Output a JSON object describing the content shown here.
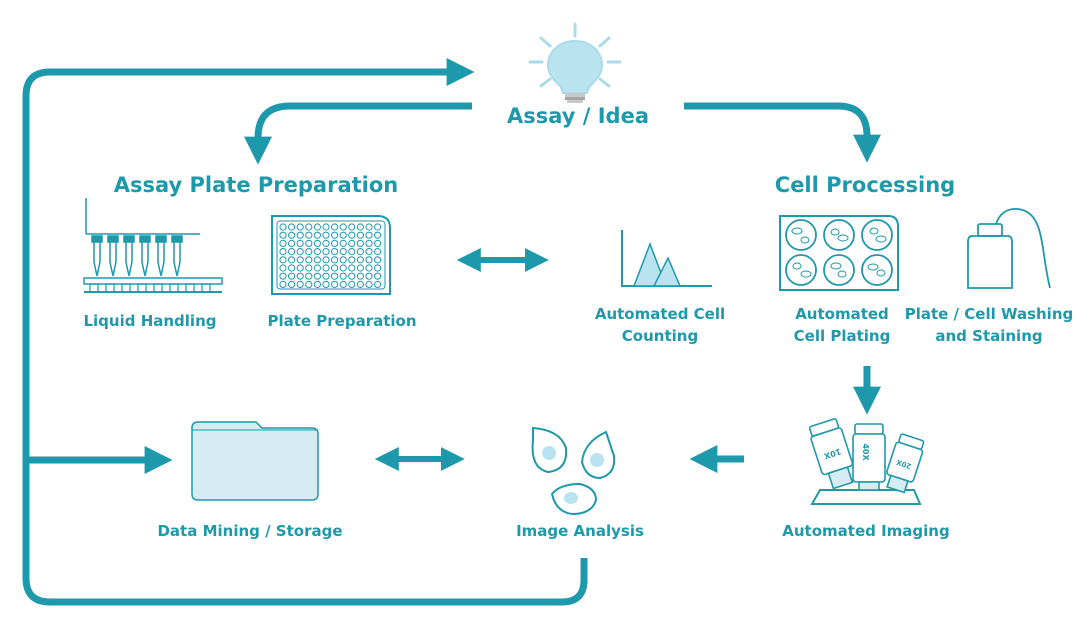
{
  "center": {
    "label": "Assay / Idea",
    "icon": "lightbulb-icon"
  },
  "sections": {
    "plate_prep": {
      "title": "Assay Plate Preparation"
    },
    "cell_processing": {
      "title": "Cell Processing"
    }
  },
  "nodes": {
    "liquid_handling": {
      "label": "Liquid Handling",
      "icon": "pipette-rack-icon"
    },
    "plate_preparation": {
      "label": "Plate Preparation",
      "icon": "well-plate-icon"
    },
    "cell_counting": {
      "label_line1": "Automated Cell",
      "label_line2": "Counting",
      "icon": "histogram-icon"
    },
    "cell_plating": {
      "label_line1": "Automated",
      "label_line2": "Cell Plating",
      "icon": "six-well-plate-icon"
    },
    "washing_staining": {
      "label_line1": "Plate / Cell Washing",
      "label_line2": "and Staining",
      "icon": "wash-bottle-icon"
    },
    "imaging": {
      "label": "Automated Imaging",
      "icon": "microscope-objectives-icon"
    },
    "image_analysis": {
      "label": "Image Analysis",
      "icon": "cells-icon"
    },
    "data_mining": {
      "label": "Data Mining / Storage",
      "icon": "folder-icon"
    }
  },
  "objective_labels": [
    "10X",
    "40X",
    "20X"
  ],
  "colors": {
    "primary": "#1e99ab",
    "light_fill": "#d4ecf2",
    "bulb": "#b9e3ef"
  }
}
